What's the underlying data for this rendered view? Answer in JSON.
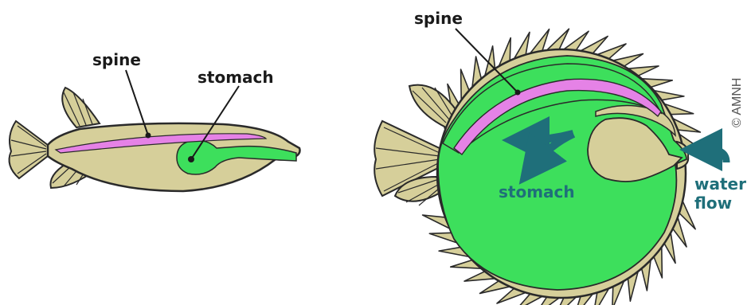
{
  "labels": {
    "left_spine": "spine",
    "left_stomach": "stomach",
    "right_spine": "spine",
    "right_stomach": "stomach",
    "water": "water",
    "flow": "flow"
  },
  "credit": "© AMNH",
  "colors": {
    "body": "#d6cf9a",
    "outline": "#2a2a2a",
    "stomach": "#3ddf5c",
    "spine": "#e582e6",
    "arrow": "#1f6f7a",
    "leader": "#1a1a1a"
  }
}
